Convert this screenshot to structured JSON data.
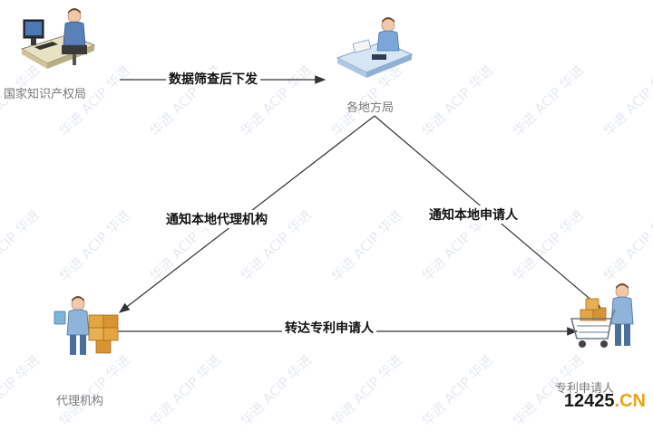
{
  "nodes": {
    "cnipa": "国家知识产权局",
    "local_bureau": "各地方局",
    "agency": "代理机构",
    "applicant": "专利申请人"
  },
  "edges": {
    "cnipa_to_local": "数据筛查后下发",
    "local_to_agency": "通知本地代理机构",
    "local_to_applicant": "通知本地申请人",
    "agency_to_applicant": "转达专利申请人"
  },
  "watermark": "华进 ACIP 华进",
  "logo": {
    "main": "12425",
    "suffix": ".CN"
  },
  "colors": {
    "arrow": "#333333",
    "node_label": "#7a7a7a",
    "watermark": "#cfd8e6"
  }
}
